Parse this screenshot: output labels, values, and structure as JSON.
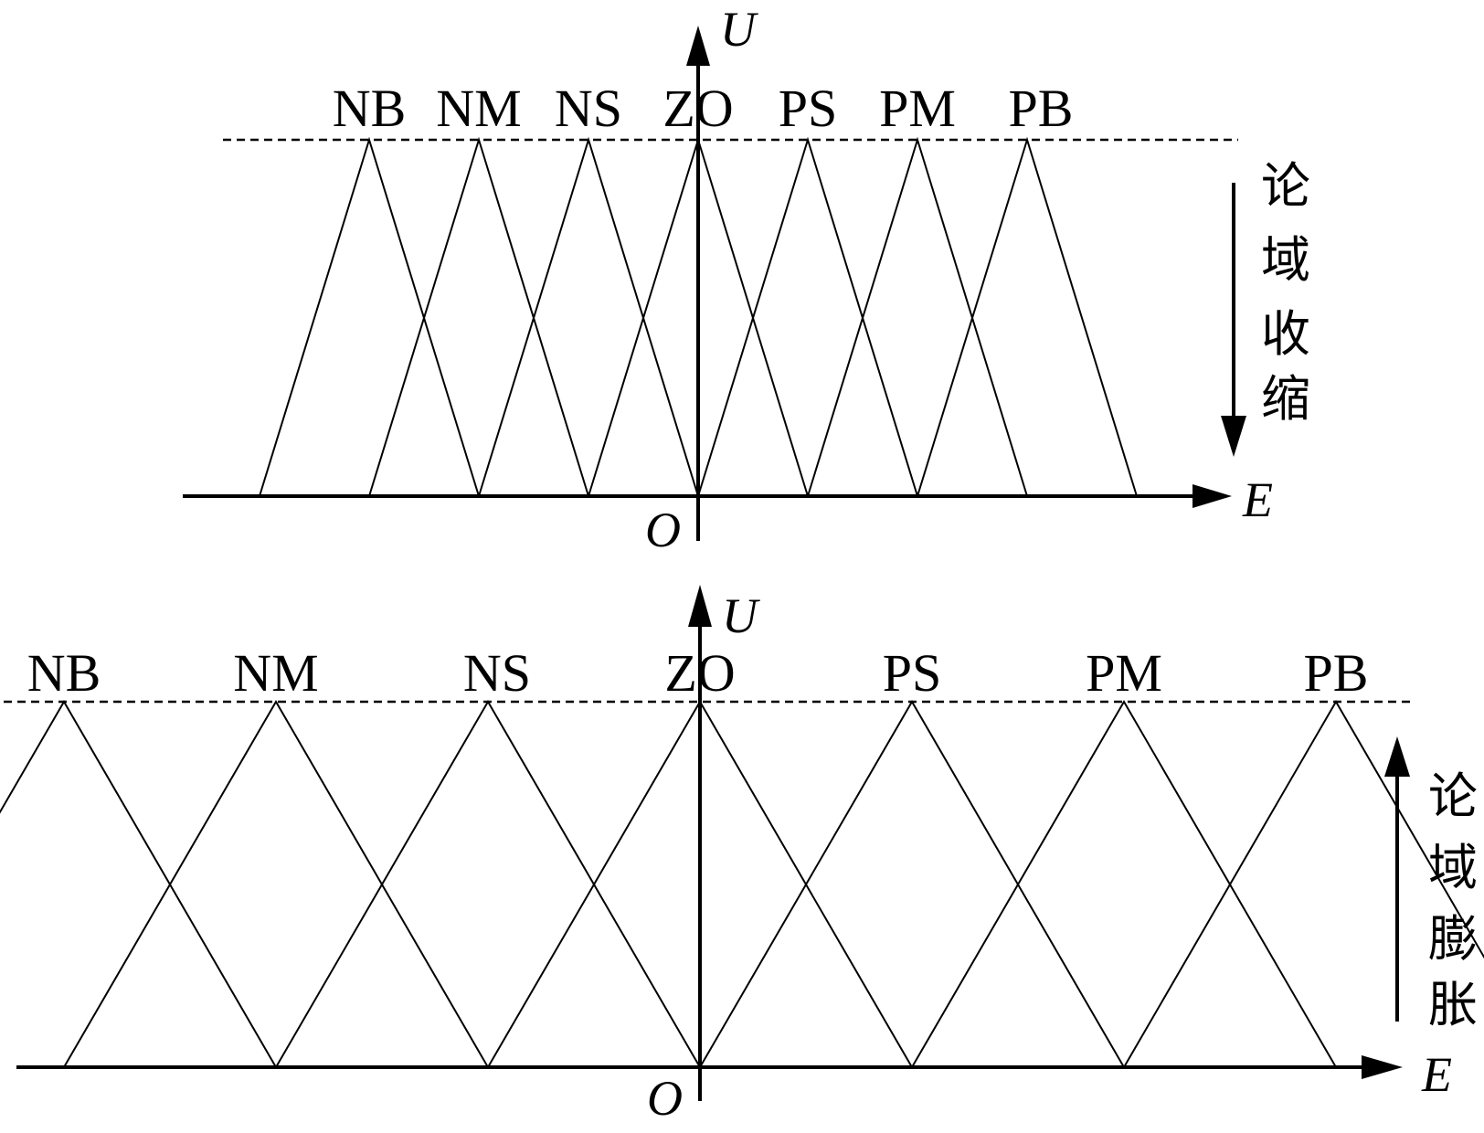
{
  "panels": [
    {
      "id": "contraction",
      "x_axis_label": "E",
      "y_axis_label": "U",
      "origin_label": "O",
      "arrow_direction": "down",
      "side_text": [
        "论",
        "域",
        "收",
        "缩"
      ],
      "sets": [
        {
          "label": "NB",
          "peak": -3
        },
        {
          "label": "NM",
          "peak": -2
        },
        {
          "label": "NS",
          "peak": -1
        },
        {
          "label": "ZO",
          "peak": 0
        },
        {
          "label": "PS",
          "peak": 1
        },
        {
          "label": "PM",
          "peak": 2
        },
        {
          "label": "PB",
          "peak": 3
        }
      ]
    },
    {
      "id": "expansion",
      "x_axis_label": "E",
      "y_axis_label": "U",
      "origin_label": "O",
      "arrow_direction": "up",
      "side_text": [
        "论",
        "域",
        "膨",
        "胀"
      ],
      "sets": [
        {
          "label": "NB",
          "peak": -3
        },
        {
          "label": "NM",
          "peak": -2
        },
        {
          "label": "NS",
          "peak": -1
        },
        {
          "label": "ZO",
          "peak": 0
        },
        {
          "label": "PS",
          "peak": 1
        },
        {
          "label": "PM",
          "peak": 2
        },
        {
          "label": "PB",
          "peak": 3
        }
      ]
    }
  ]
}
